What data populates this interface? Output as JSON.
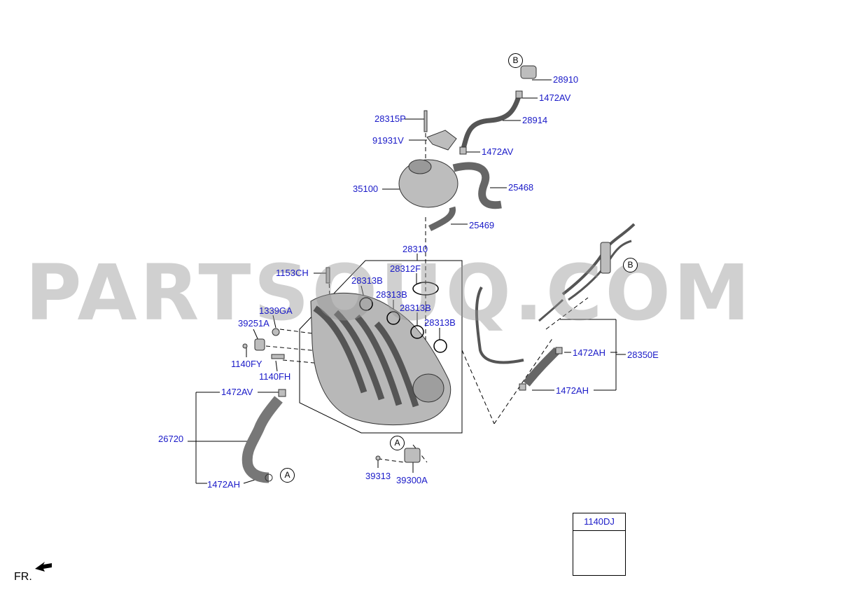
{
  "watermark": "PARTSOUQ.COM",
  "front_label": "FR.",
  "callouts": {
    "a_upper": "A",
    "a_lower": "A",
    "b_upper": "B",
    "b_right": "B"
  },
  "labels": {
    "p28910": "28910",
    "p1472AV_a": "1472AV",
    "p28914": "28914",
    "p28315P": "28315P",
    "p91931V": "91931V",
    "p1472AV_b": "1472AV",
    "p35100": "35100",
    "p25468": "25468",
    "p25469": "25469",
    "p28310": "28310",
    "p28312F": "28312F",
    "p1153CH": "1153CH",
    "p28313B_a": "28313B",
    "p28313B_b": "28313B",
    "p28313B_c": "28313B",
    "p28313B_d": "28313B",
    "p1339GA": "1339GA",
    "p39251A": "39251A",
    "p1140FY": "1140FY",
    "p1140FH": "1140FH",
    "p1472AV_c": "1472AV",
    "p26720": "26720",
    "p1472AH_a": "1472AH",
    "p39313": "39313",
    "p39300A": "39300A",
    "p1472AH_b": "1472AH",
    "p28350E": "28350E",
    "p1472AH_c": "1472AH"
  },
  "legend_box": {
    "part": "1140DJ"
  }
}
